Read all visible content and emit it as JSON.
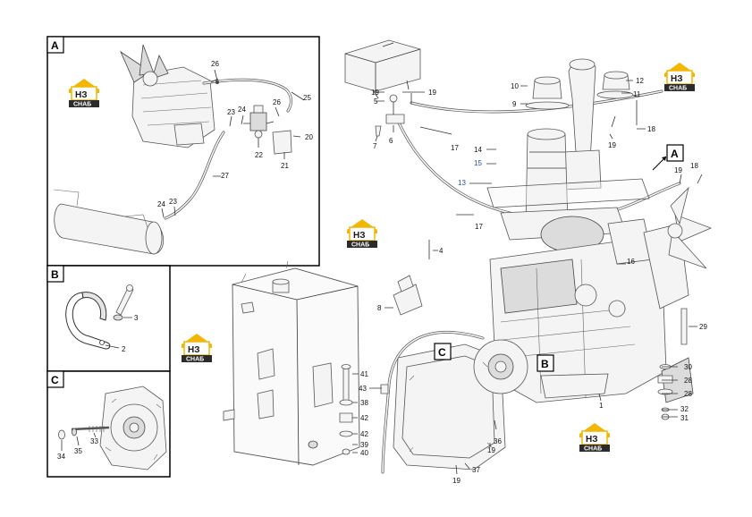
{
  "panels": {
    "a_label": "A",
    "b_label": "B",
    "c_label": "C"
  },
  "main_labels": {
    "a": "A",
    "b": "B",
    "c": "C"
  },
  "logo": {
    "monogram": "НЗ",
    "text": "СНАБ",
    "color_primary": "#f2b705",
    "color_dark": "#2b2b2b"
  },
  "callouts": {
    "p1": "1",
    "p2": "2",
    "p3": "3",
    "p4": "4",
    "p5": "5",
    "p6": "6",
    "p7": "7",
    "p8": "8",
    "p9": "9",
    "p10": "10",
    "p11": "11",
    "p12": "12",
    "p13": "13",
    "p14": "14",
    "p15": "15",
    "p16": "16",
    "p17a": "17",
    "p17b": "17",
    "p18a": "18",
    "p18b": "18",
    "p19a": "19",
    "p19b": "19",
    "p19c": "19",
    "p19d": "19",
    "p19e": "19",
    "p19f": "19",
    "p20": "20",
    "p21": "21",
    "p22": "22",
    "p23a": "23",
    "p23b": "23",
    "p24a": "24",
    "p24b": "24",
    "p25": "25",
    "p26a": "26",
    "p26b": "26",
    "p27": "27",
    "p28a": "28",
    "p28b": "28",
    "p29": "29",
    "p30": "30",
    "p31": "31",
    "p32": "32",
    "p33": "33",
    "p34": "34",
    "p35": "35",
    "p36": "36",
    "p37": "37",
    "p38": "38",
    "p39": "39",
    "p40": "40",
    "p41": "41",
    "p42a": "42",
    "p42b": "42",
    "p43": "43"
  }
}
